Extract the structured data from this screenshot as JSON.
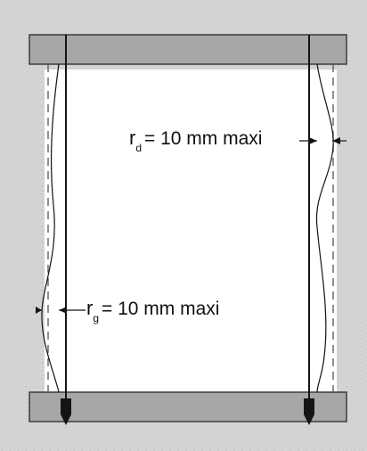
{
  "labels": {
    "right": {
      "symbol": "r",
      "subscript": "d",
      "text": "= 10 mm maxi"
    },
    "left": {
      "symbol": "r",
      "subscript": "g",
      "text": "= 10 mm maxi"
    }
  },
  "colors": {
    "wall_fill": "#d4d4d4",
    "wall_speckle": "#b9b9b9",
    "rail_fill": "#a7a7a7",
    "rail_stroke": "#3c3c3c",
    "panel_fill": "#ffffff",
    "line": "#141414",
    "dash": "#555555"
  }
}
